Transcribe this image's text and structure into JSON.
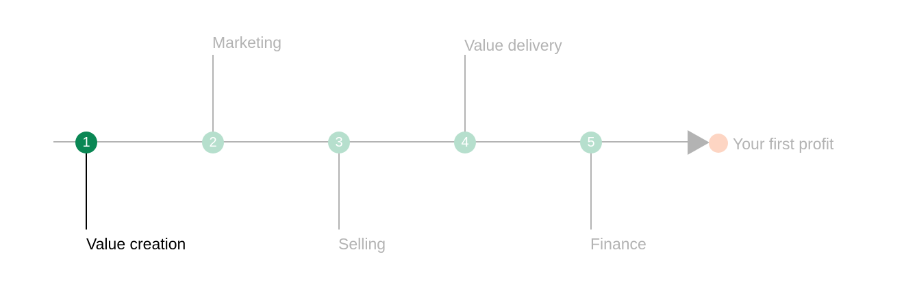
{
  "colors": {
    "active_node": "#0a8754",
    "inactive_node": "#b6dfcd",
    "active_line": "#000000",
    "inactive_line": "#b3b3b3",
    "goal_dot": "#fdd5c3"
  },
  "steps": [
    {
      "number": "1",
      "label": "Value creation",
      "active": true
    },
    {
      "number": "2",
      "label": "Marketing",
      "active": false
    },
    {
      "number": "3",
      "label": "Selling",
      "active": false
    },
    {
      "number": "4",
      "label": "Value delivery",
      "active": false
    },
    {
      "number": "5",
      "label": "Finance",
      "active": false
    }
  ],
  "goal": {
    "label": "Your first profit"
  }
}
